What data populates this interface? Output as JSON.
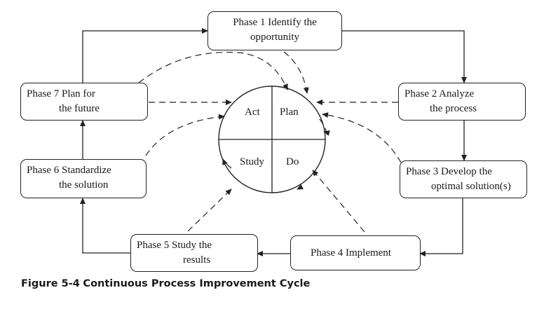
{
  "phases": [
    {
      "line1": "Phase 1  Identify the",
      "line2": "opportunity"
    },
    {
      "line1": "Phase 2  Analyze",
      "line2": "the process"
    },
    {
      "line1": "Phase 3  Develop the",
      "line2": "optimal solution(s)"
    },
    {
      "line1": "Phase 4  Implement",
      "line2": ""
    },
    {
      "line1": "Phase 5  Study the",
      "line2": "results"
    },
    {
      "line1": "Phase 6  Standardize",
      "line2": "the solution"
    },
    {
      "line1": "Phase 7  Plan for",
      "line2": "the future"
    }
  ],
  "pdsa": {
    "act": "Act",
    "plan": "Plan",
    "study": "Study",
    "do": "Do"
  },
  "caption": {
    "number": "Figure 5-4",
    "title": "Continuous Process Improvement Cycle"
  }
}
